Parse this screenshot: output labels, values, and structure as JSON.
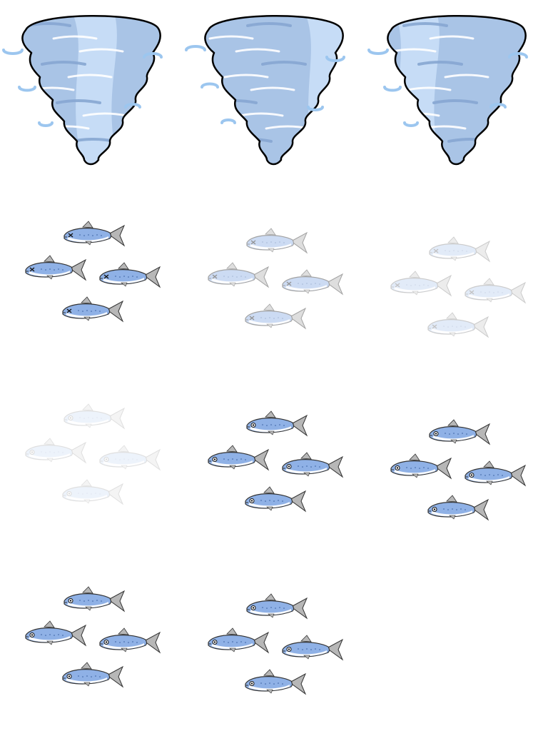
{
  "sprite_sheet": {
    "columns": 3,
    "rows": 4,
    "colors": {
      "funnel_fill": "#a9c4e6",
      "funnel_outline": "#000000",
      "funnel_highlight": "#c6dcf6",
      "funnel_streak": "#ffffff",
      "funnel_shadow": "#86a6d2",
      "wind_ring": "#9cc6ef",
      "fish_body": "#8fb1e6",
      "fish_belly": "#ffffff",
      "fish_fin": "#b7b7b7",
      "fish_outline": "#333333"
    },
    "frames": [
      {
        "kind": "tornado-frame",
        "icon": "tornado-icon",
        "variant": 0,
        "opacity": 1
      },
      {
        "kind": "tornado-frame",
        "icon": "tornado-icon",
        "variant": 1,
        "opacity": 1
      },
      {
        "kind": "tornado-frame",
        "icon": "tornado-icon",
        "variant": 2,
        "opacity": 1
      },
      {
        "kind": "fish-school-frame",
        "icon": "fish-icon",
        "eye": "dazed",
        "opacity": 1
      },
      {
        "kind": "fish-school-frame",
        "icon": "fish-icon",
        "eye": "dazed",
        "opacity": 0.45
      },
      {
        "kind": "fish-school-frame",
        "icon": "fish-icon",
        "eye": "dazed",
        "opacity": 0.25
      },
      {
        "kind": "fish-school-frame",
        "icon": "fish-icon",
        "eye": "normal",
        "opacity": 0.15
      },
      {
        "kind": "fish-school-frame",
        "icon": "fish-icon",
        "eye": "normal",
        "opacity": 1
      },
      {
        "kind": "fish-school-frame",
        "icon": "fish-icon",
        "eye": "normal",
        "opacity": 1
      },
      {
        "kind": "fish-school-frame",
        "icon": "fish-icon",
        "eye": "normal",
        "opacity": 1
      },
      {
        "kind": "fish-school-frame",
        "icon": "fish-icon",
        "eye": "normal",
        "opacity": 1
      }
    ]
  }
}
